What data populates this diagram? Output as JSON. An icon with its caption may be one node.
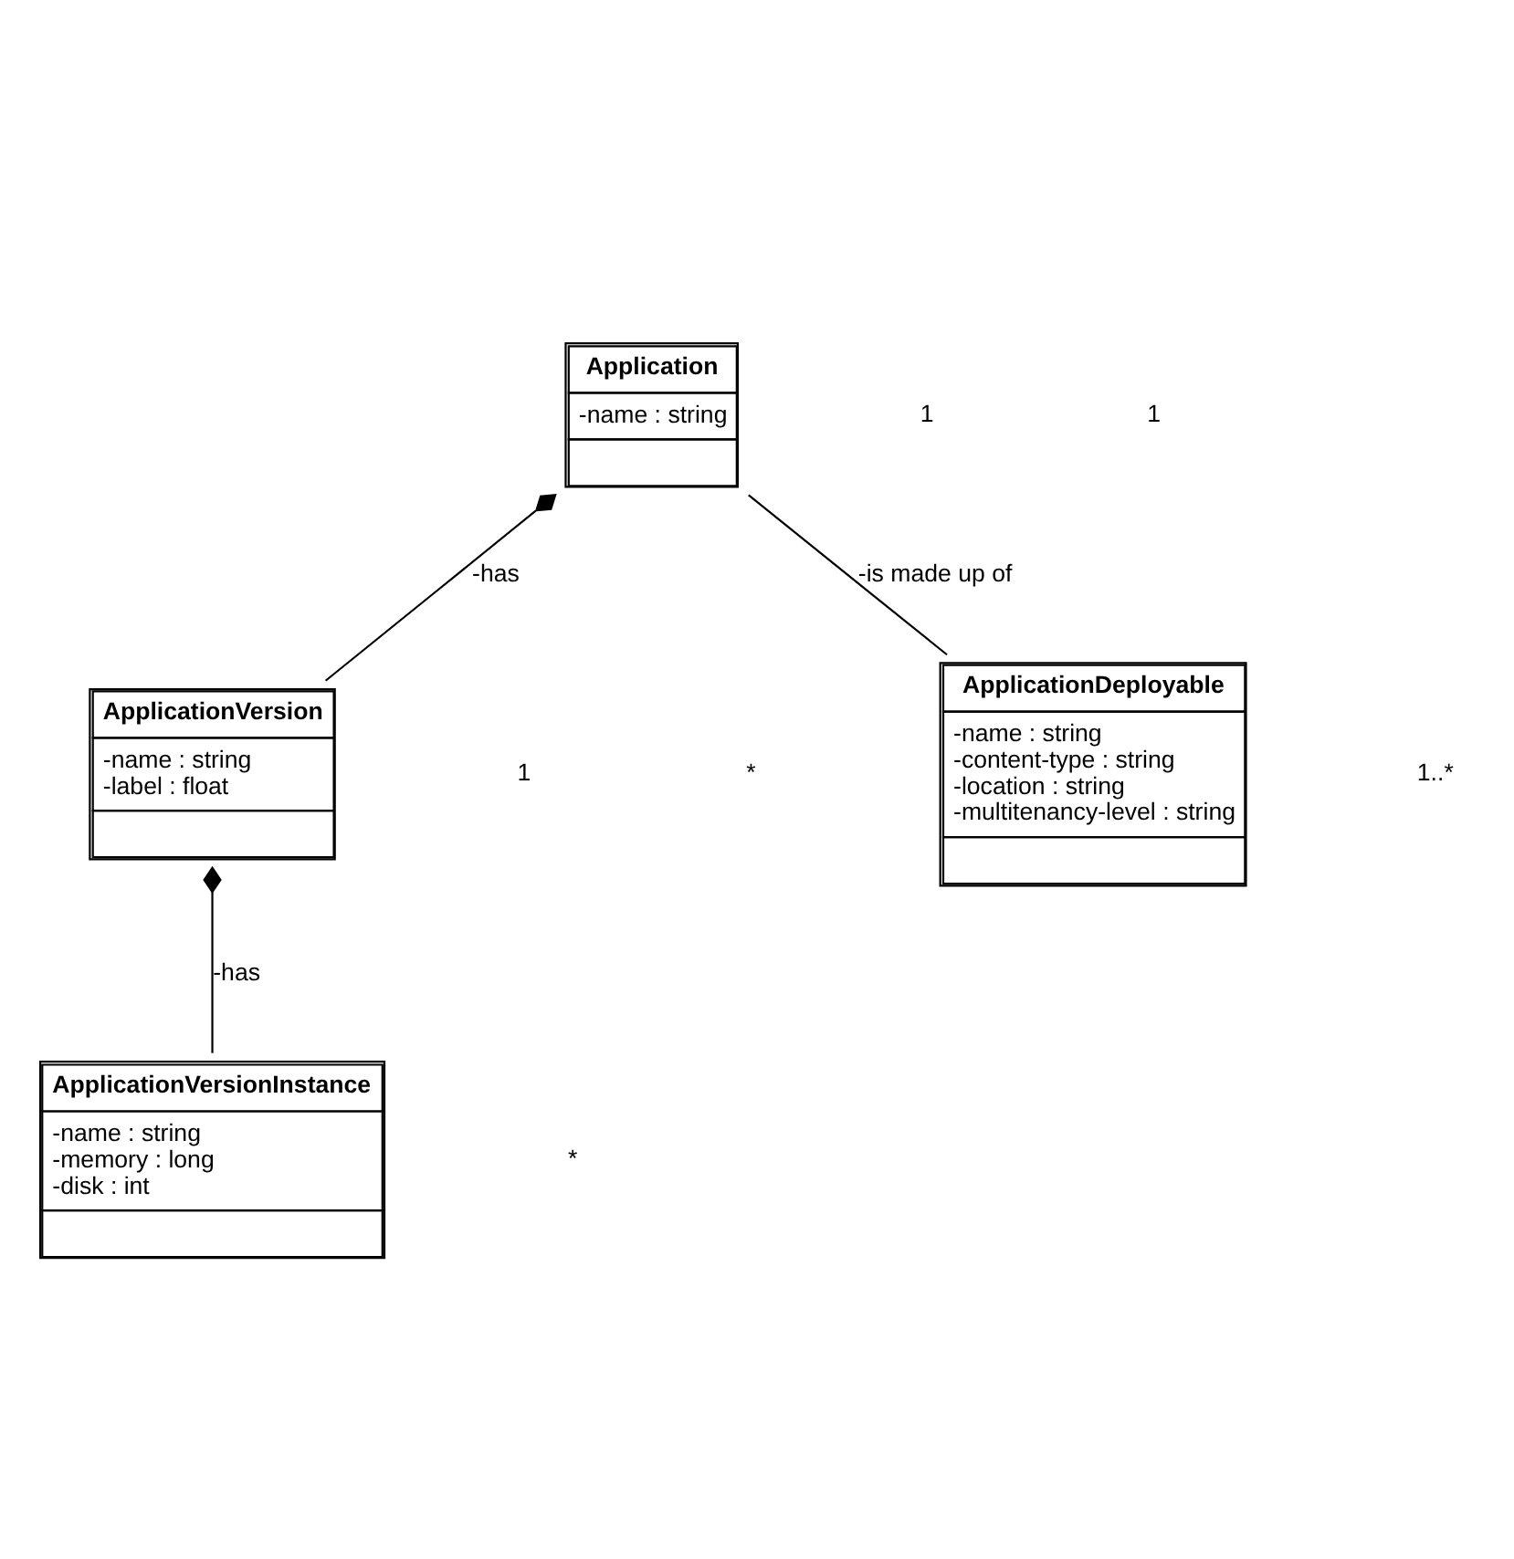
{
  "diagram": {
    "nodes": [
      {
        "text": [
          "Application",
          "-name : string"
        ]
      },
      {
        "text": [
          "ApplicationVersion",
          "-name : string",
          "-label : float"
        ]
      },
      {
        "text": [
          "ApplicationDeployable",
          "-name : string",
          "-content-type : string",
          "-location : string",
          "-multitenancy-level : string"
        ]
      },
      {
        "text": [
          "ApplicationVersionInstance",
          "-name : string",
          "-memory : long",
          "-disk : int"
        ]
      }
    ],
    "edges": [
      {
        "from": 0,
        "to": 1,
        "arrow": "other",
        "label": "-has"
      },
      {
        "from": 0,
        "to": 2,
        "arrow": "none",
        "label": "-is made up of"
      },
      {
        "from": 1,
        "to": 3,
        "arrow": "other",
        "label": "-has"
      }
    ],
    "labels": [
      "1",
      "1",
      "1..*",
      "*",
      "1",
      "*"
    ]
  }
}
